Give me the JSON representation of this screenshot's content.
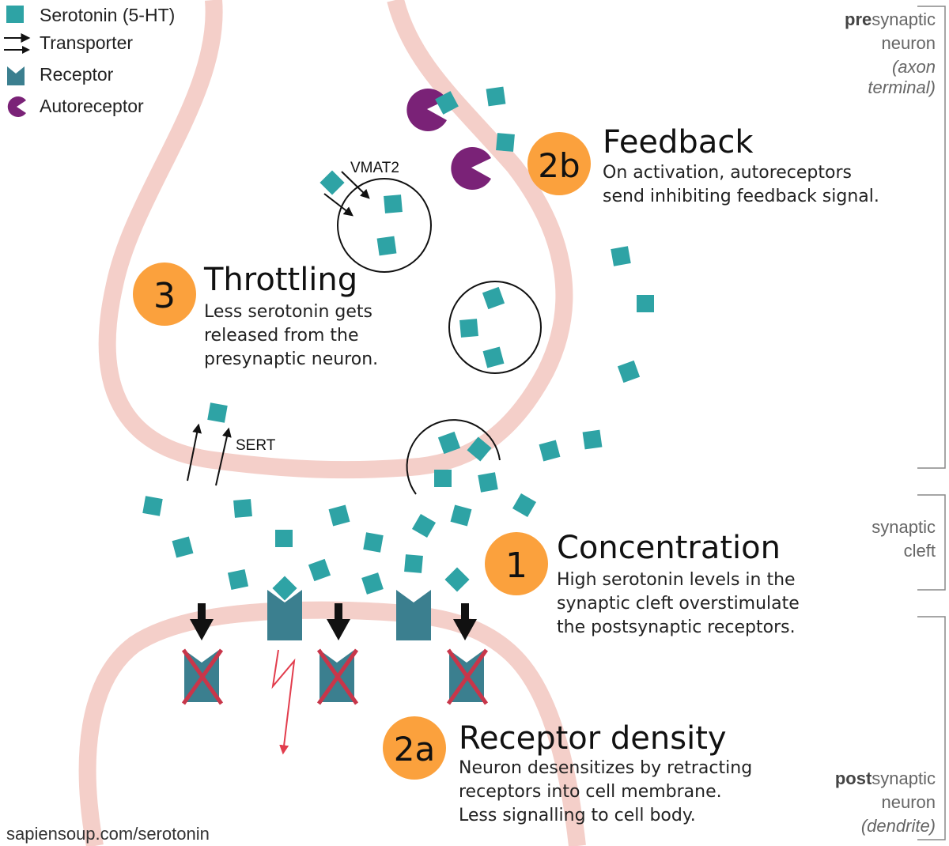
{
  "colors": {
    "serotonin": "#2ea3a5",
    "receptor": "#3b7f8f",
    "autoreceptor": "#7a2277",
    "membrane": "#f4cfc9",
    "badge": "#fba13d",
    "cross": "#c8364a",
    "signal": "#e23d4d"
  },
  "legend": {
    "serotonin": "Serotonin (5-HT)",
    "transporter": "Transporter",
    "receptor": "Receptor",
    "autoreceptor": "Autoreceptor"
  },
  "labels": {
    "vmat2": "VMAT2",
    "sert": "SERT"
  },
  "steps": {
    "feedback": {
      "number": "2b",
      "title": "Feedback",
      "lines": [
        "On activation, autoreceptors",
        "send inhibiting feedback signal."
      ]
    },
    "throttling": {
      "number": "3",
      "title": "Throttling",
      "lines": [
        "Less serotonin gets",
        "released from the",
        "presynaptic neuron."
      ]
    },
    "concentration": {
      "number": "1",
      "title": "Concentration",
      "lines": [
        "High serotonin levels in the",
        "synaptic cleft overstimulate",
        "the postsynaptic receptors."
      ]
    },
    "receptor_density": {
      "number": "2a",
      "title": "Receptor density",
      "lines": [
        "Neuron desensitizes by retracting",
        "receptors into cell membrane.",
        "Less signalling to cell body."
      ]
    }
  },
  "regions": {
    "presynaptic": {
      "bold": "pre",
      "rest": "synaptic",
      "line2": "neuron",
      "italic1": "(axon",
      "italic2": "terminal)"
    },
    "cleft": {
      "line1": "synaptic",
      "line2": "cleft"
    },
    "postsynaptic": {
      "bold": "post",
      "rest": "synaptic",
      "line2": "neuron",
      "italic1": "(dendrite)"
    }
  },
  "footer": "sapiensoup.com/serotonin"
}
